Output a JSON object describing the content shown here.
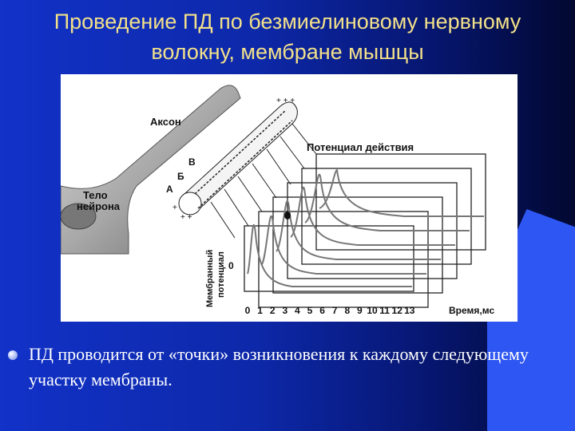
{
  "slide": {
    "title": "Проведение ПД по безмиелиновому нервному волокну, мембране мышцы",
    "bullet": "ПД проводится от «точки» возникновения к каждому следующему участку мембраны."
  },
  "figure": {
    "axon_label": "Аксон",
    "neuron_body_label": [
      "Тело",
      "нейрона"
    ],
    "point_labels": [
      "В",
      "Б",
      "А"
    ],
    "action_potential_label": "Потенциал действия",
    "y_axis_label": [
      "Мембранный",
      "потенциал"
    ],
    "zero_label": "0",
    "time_label": "Время,мс",
    "time_ticks": [
      "0",
      "1",
      "2",
      "3",
      "4",
      "5",
      "6",
      "7",
      "8",
      "9",
      "10",
      "11",
      "12",
      "13"
    ],
    "colors": {
      "title": "#f2e08a",
      "background": "#0d28a8",
      "bullet": "#ffffff"
    }
  }
}
